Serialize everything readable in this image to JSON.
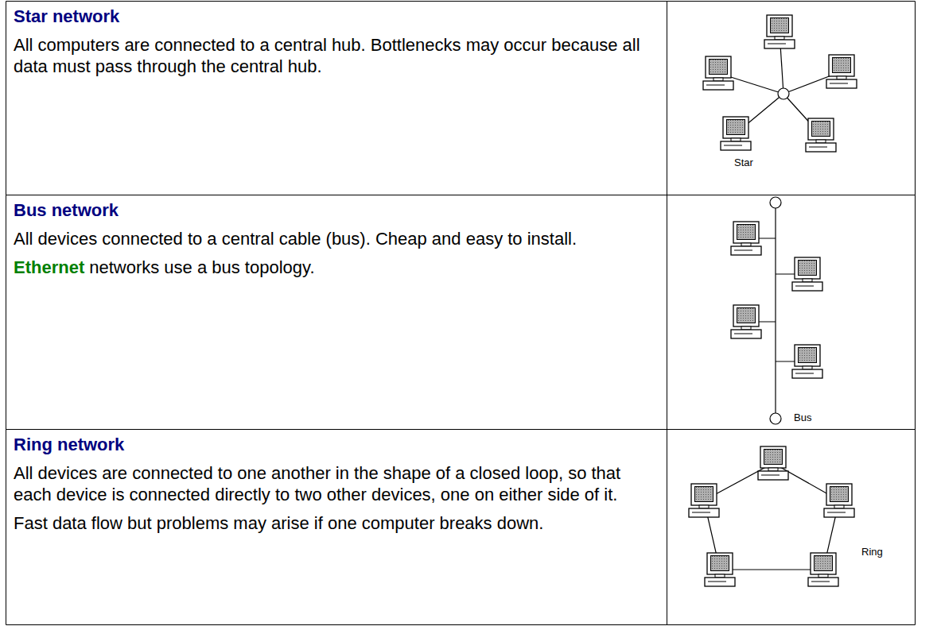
{
  "diagram": {
    "nodes": [
      {
        "text": [
          "Star network",
          "All computers are connected to a central hub. Bottlenecks may occur because all data must pass through the central hub."
        ]
      },
      {
        "text": [
          "Star"
        ]
      },
      {
        "text": [
          "Bus network",
          "All devices connected to a central cable (bus). Cheap and easy to install.",
          "Ethernet",
          "networks use a bus topology."
        ]
      },
      {
        "text": [
          "Bus"
        ]
      },
      {
        "text": [
          "Ring network",
          "All devices are connected to one another in the shape of a closed loop, so that each device is connected directly to two other devices, one on either side of it.",
          "Fast data flow but problems may arise if one computer breaks down."
        ]
      },
      {
        "text": [
          "Ring"
        ]
      }
    ]
  }
}
